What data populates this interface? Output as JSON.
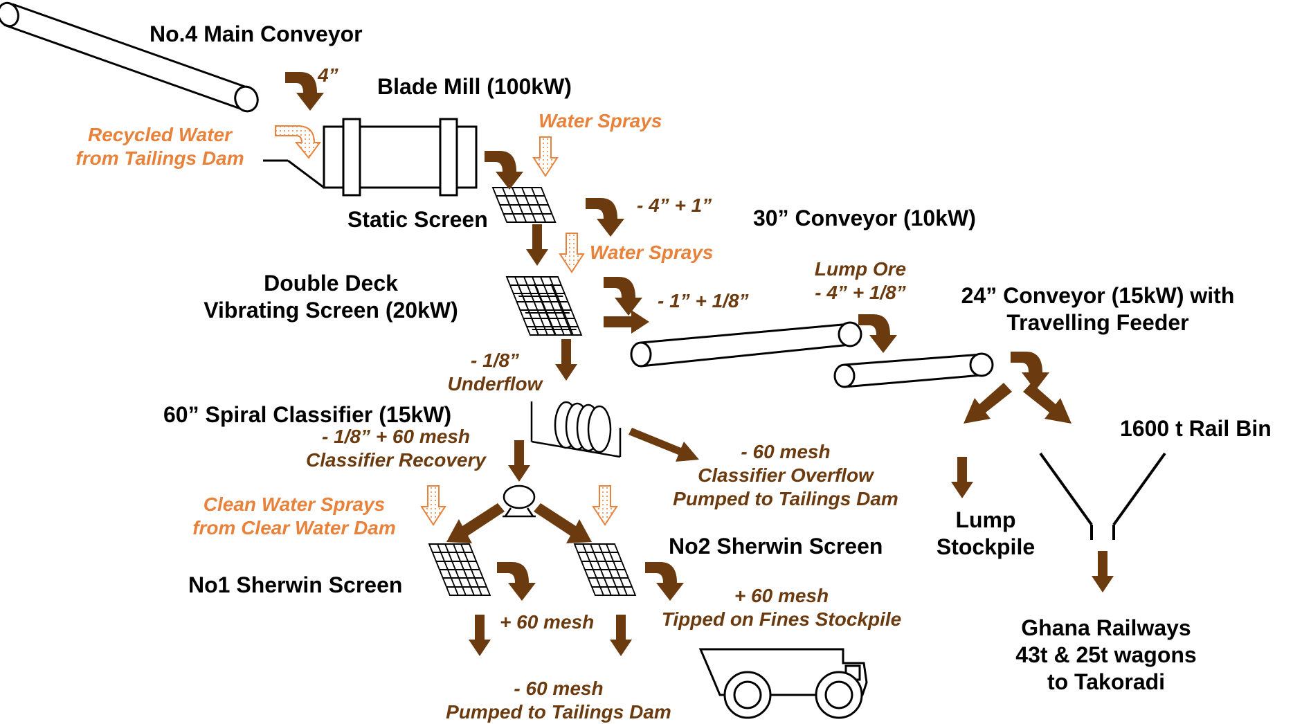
{
  "equipment": {
    "main_conveyor": "No.4 Main Conveyor",
    "blade_mill": "Blade Mill (100kW)",
    "static_screen": "Static Screen",
    "conveyor_30": "30” Conveyor (10kW)",
    "vibrating_screen_1": "Double Deck",
    "vibrating_screen_2": "Vibrating Screen (20kW)",
    "conveyor_24_1": "24” Conveyor (15kW) with",
    "conveyor_24_2": "Travelling Feeder",
    "spiral_classifier": "60” Spiral Classifier (15kW)",
    "rail_bin": "1600 t Rail Bin",
    "lump_stockpile_1": "Lump",
    "lump_stockpile_2": "Stockpile",
    "sherwin_2": "No2 Sherwin Screen",
    "sherwin_1": "No1 Sherwin Screen",
    "railways_1": "Ghana Railways",
    "railways_2": "43t & 25t wagons",
    "railways_3": "to Takoradi"
  },
  "sizes": {
    "minus4": "- 4”",
    "minus4_plus1": "- 4” + 1”",
    "minus1_plus18": "- 1” + 1/8”",
    "lump_ore_1": "Lump Ore",
    "lump_ore_2": "- 4” + 1/8”",
    "minus18_1": "- 1/8”",
    "minus18_2": "Underflow",
    "classifier_recovery_1": "- 1/8” + 60 mesh",
    "classifier_recovery_2": "Classifier Recovery",
    "overflow_1": "- 60 mesh",
    "overflow_2": "Classifier Overflow",
    "overflow_3": "Pumped to Tailings Dam",
    "plus60": "+ 60 mesh",
    "fines_1": "+ 60 mesh",
    "fines_2": "Tipped on Fines Stockpile",
    "minus60_1": "- 60 mesh",
    "minus60_2": "Pumped to Tailings Dam"
  },
  "water": {
    "recycled_1": "Recycled Water",
    "recycled_2": "from Tailings Dam",
    "sprays_1": "Water Sprays",
    "sprays_2": "Water Sprays",
    "clean_1": "Clean Water Sprays",
    "clean_2": "from Clear Water Dam"
  },
  "colors": {
    "ore_flow": "#6b3a0e",
    "water": "#e8823a",
    "equipment": "#000000"
  }
}
